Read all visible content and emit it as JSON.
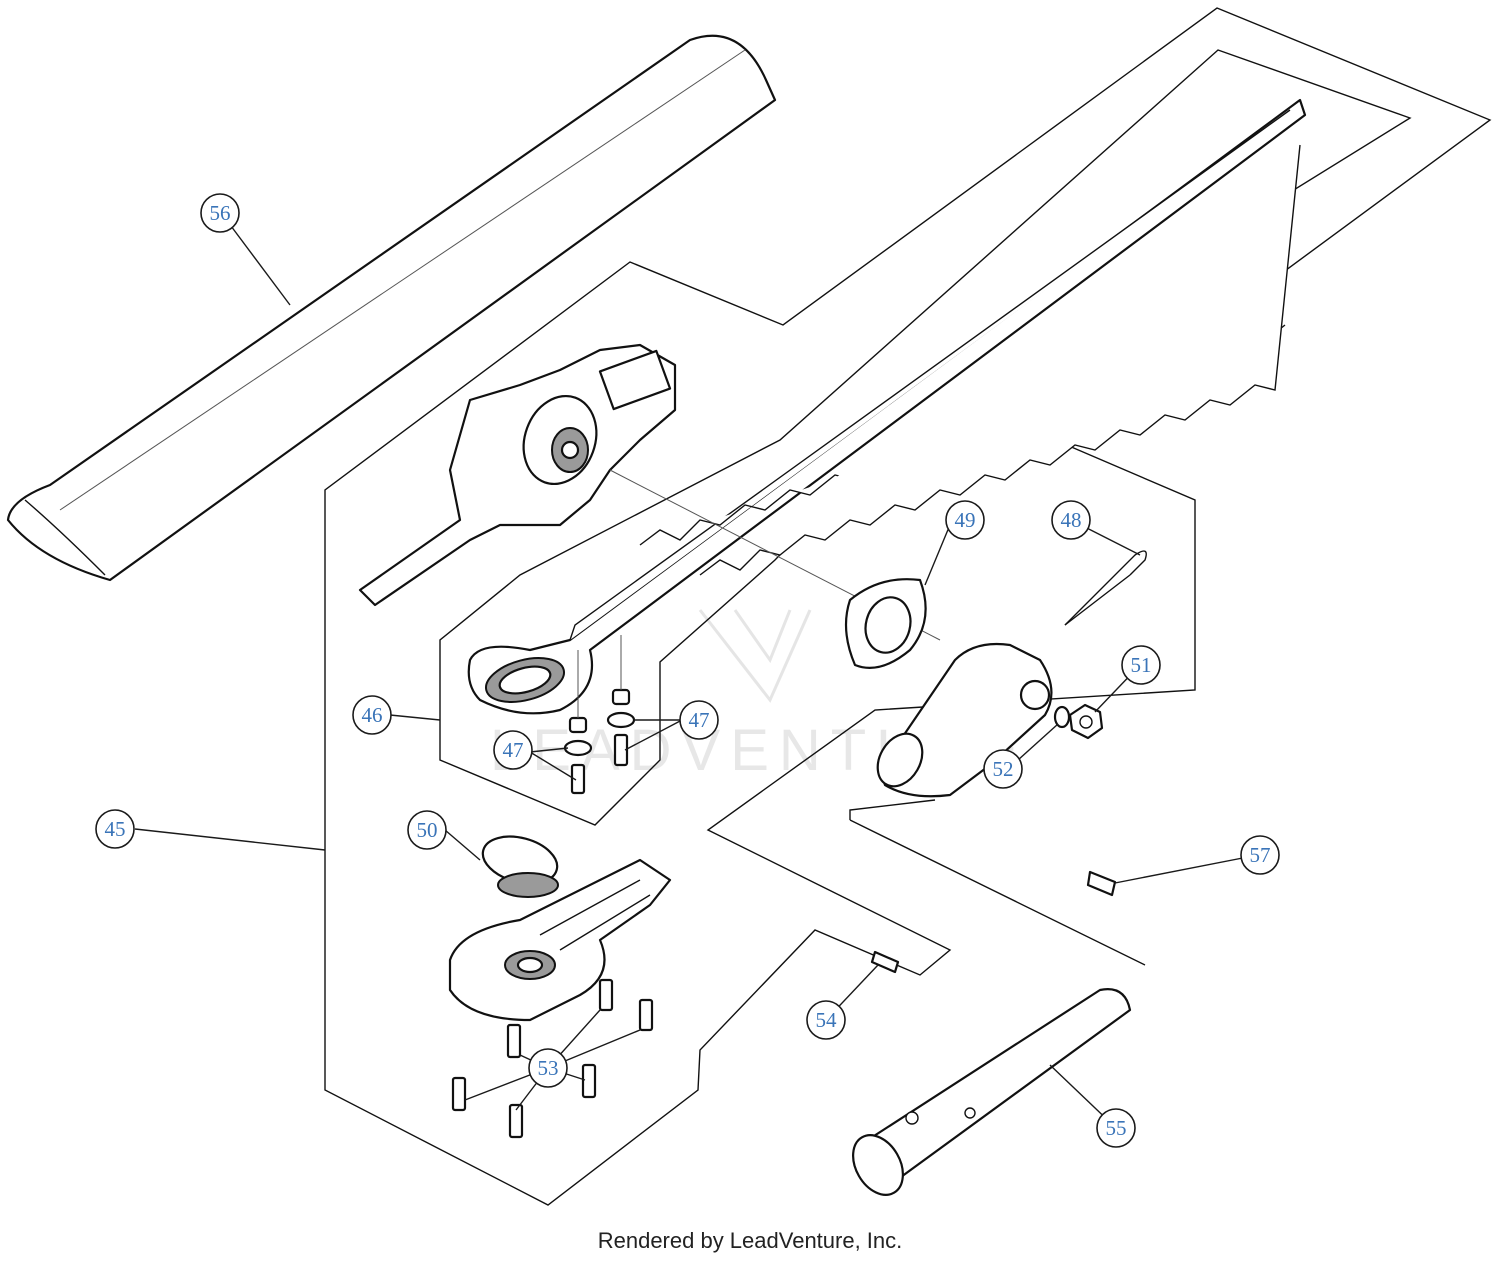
{
  "callouts": [
    {
      "id": "c45",
      "label": "45"
    },
    {
      "id": "c46",
      "label": "46"
    },
    {
      "id": "c47a",
      "label": "47"
    },
    {
      "id": "c47b",
      "label": "47"
    },
    {
      "id": "c48",
      "label": "48"
    },
    {
      "id": "c49",
      "label": "49"
    },
    {
      "id": "c50",
      "label": "50"
    },
    {
      "id": "c51",
      "label": "51"
    },
    {
      "id": "c52",
      "label": "52"
    },
    {
      "id": "c53",
      "label": "53"
    },
    {
      "id": "c54",
      "label": "54"
    },
    {
      "id": "c55",
      "label": "55"
    },
    {
      "id": "c56",
      "label": "56"
    },
    {
      "id": "c57",
      "label": "57"
    }
  ],
  "watermark_text": "LEADVENTURE",
  "footer_text": "Rendered by LeadVenture, Inc."
}
